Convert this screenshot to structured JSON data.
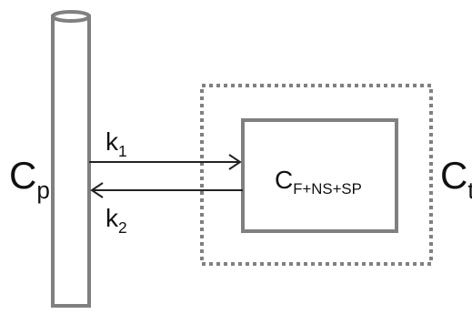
{
  "labels": {
    "plasma": {
      "main": "C",
      "sub": "p"
    },
    "tissue": {
      "main": "C",
      "sub": "t"
    },
    "inner": {
      "main": "C",
      "sub": "F+NS+SP"
    },
    "k_forward": {
      "main": "k",
      "sub": "1"
    },
    "k_reverse": {
      "main": "k",
      "sub": "2"
    }
  },
  "colors": {
    "stroke": "#808080",
    "arrow": "#222222",
    "text": "#111111"
  }
}
